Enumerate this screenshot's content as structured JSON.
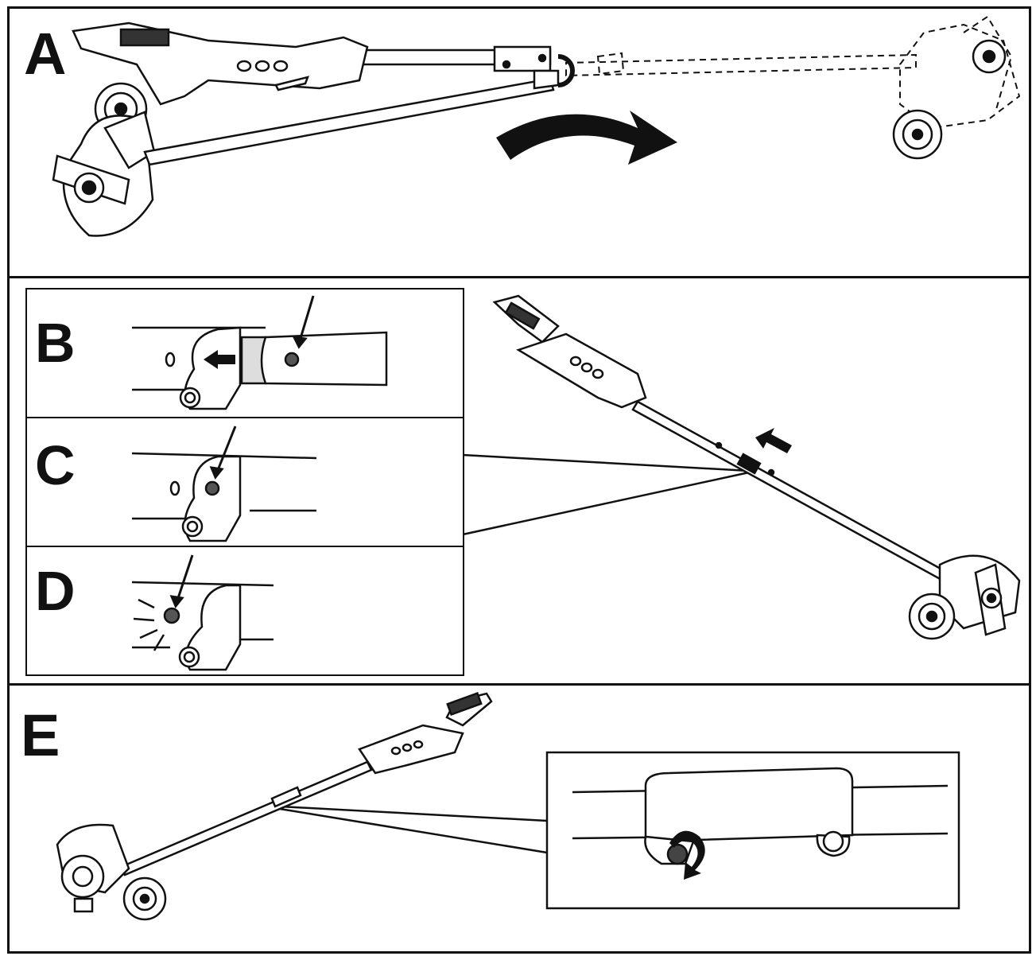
{
  "figure": {
    "steps": [
      {
        "id": "A",
        "label": "A"
      },
      {
        "id": "B",
        "label": "B"
      },
      {
        "id": "C",
        "label": "C"
      },
      {
        "id": "D",
        "label": "D"
      },
      {
        "id": "E",
        "label": "E"
      }
    ]
  },
  "icons": {
    "rotate_arrow": "rotate-arrow-icon",
    "push_arrow": "push-arrow-icon",
    "pointer_arrow": "pointer-arrow-icon",
    "tighten_arrow": "tighten-arrow-icon"
  },
  "colors": {
    "ink": "#111111",
    "fill": "#ffffff",
    "shade": "#777777"
  }
}
